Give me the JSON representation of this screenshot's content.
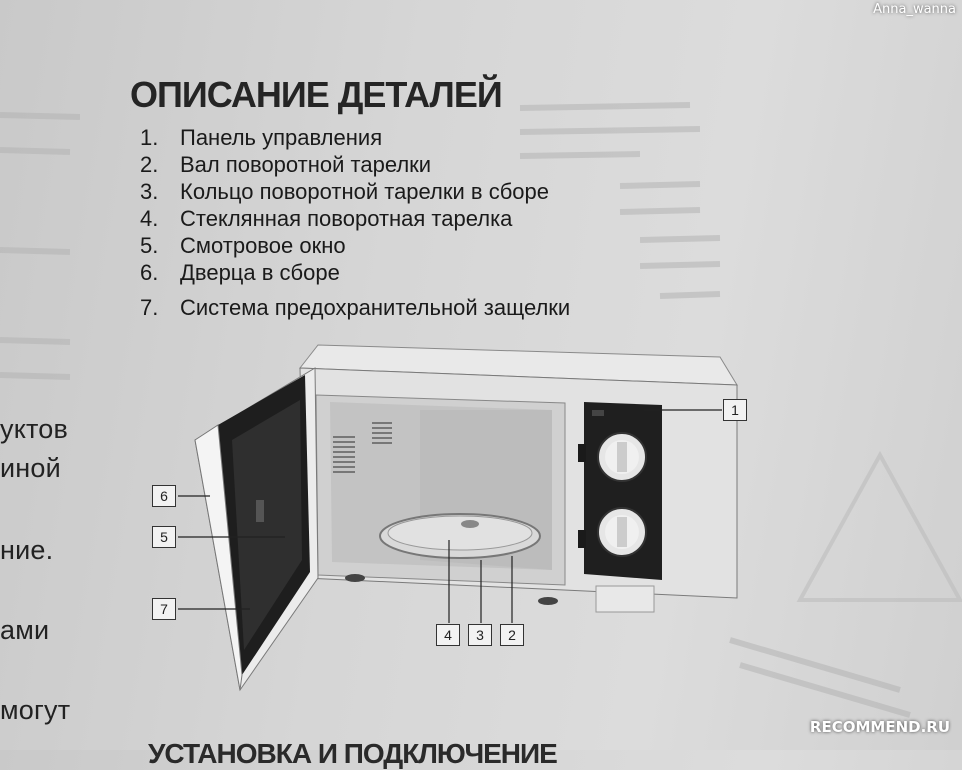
{
  "watermark": "Anna_wanna",
  "title": "ОПИСАНИЕ ДЕТАЛЕЙ",
  "parts": [
    {
      "num": "1.",
      "label": "Панель управления"
    },
    {
      "num": "2.",
      "label": "Вал поворотной тарелки"
    },
    {
      "num": "3.",
      "label": "Кольцо поворотной тарелки в сборе"
    },
    {
      "num": "4.",
      "label": "Стеклянная поворотная тарелка"
    },
    {
      "num": "5.",
      "label": "Смотровое окно"
    },
    {
      "num": "6.",
      "label": "Дверца в сборе"
    },
    {
      "num": "7.",
      "label": "Система предохранительной защелки"
    }
  ],
  "left_page_fragments": [
    "уктов",
    "иной",
    "ние.",
    "ами",
    "могут"
  ],
  "callouts": [
    "1",
    "2",
    "3",
    "4",
    "5",
    "6",
    "7"
  ],
  "bottom_heading_fragment": "УСТАНОВКА И ПОДКЛЮЧЕНИЕ",
  "site_watermark": "RECOMMEND.RU"
}
